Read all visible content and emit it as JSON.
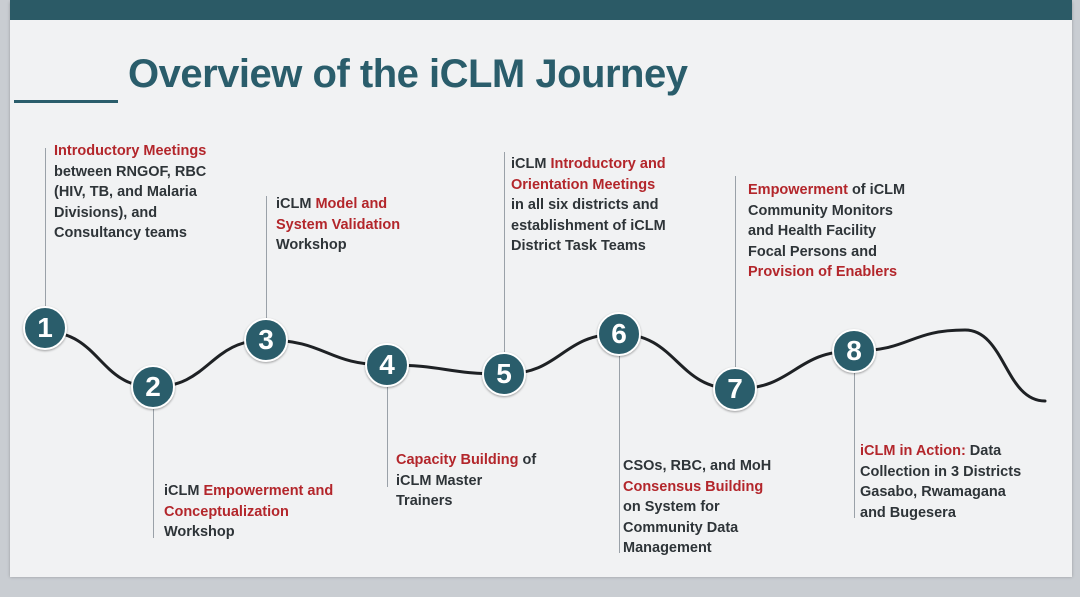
{
  "slide": {
    "title": "Overview of the iCLM Journey"
  },
  "milestones": [
    {
      "number": "1",
      "lines": [
        [
          {
            "text": "Introductory Meetings",
            "highlight": true
          }
        ],
        [
          {
            "text": "between RNGOF, RBC",
            "highlight": false
          }
        ],
        [
          {
            "text": "(HIV, TB, and Malaria",
            "highlight": false
          }
        ],
        [
          {
            "text": "Divisions), and",
            "highlight": false
          }
        ],
        [
          {
            "text": "Consultancy teams",
            "highlight": false
          }
        ]
      ]
    },
    {
      "number": "2",
      "lines": [
        [
          {
            "text": "iCLM ",
            "highlight": false
          },
          {
            "text": "Empowerment and",
            "highlight": true
          }
        ],
        [
          {
            "text": "Conceptualization",
            "highlight": true
          }
        ],
        [
          {
            "text": "Workshop",
            "highlight": false
          }
        ]
      ]
    },
    {
      "number": "3",
      "lines": [
        [
          {
            "text": "iCLM ",
            "highlight": false
          },
          {
            "text": "Model and",
            "highlight": true
          }
        ],
        [
          {
            "text": "System Validation",
            "highlight": true
          }
        ],
        [
          {
            "text": "Workshop",
            "highlight": false
          }
        ]
      ]
    },
    {
      "number": "4",
      "lines": [
        [
          {
            "text": "Capacity Building",
            "highlight": true
          },
          {
            "text": " of",
            "highlight": false
          }
        ],
        [
          {
            "text": "iCLM Master",
            "highlight": false
          }
        ],
        [
          {
            "text": "Trainers",
            "highlight": false
          }
        ]
      ]
    },
    {
      "number": "5",
      "lines": [
        [
          {
            "text": "iCLM ",
            "highlight": false
          },
          {
            "text": "Introductory and",
            "highlight": true
          }
        ],
        [
          {
            "text": "Orientation Meetings",
            "highlight": true
          }
        ],
        [
          {
            "text": "in all six districts and",
            "highlight": false
          }
        ],
        [
          {
            "text": "establishment of iCLM",
            "highlight": false
          }
        ],
        [
          {
            "text": "District Task Teams",
            "highlight": false
          }
        ]
      ]
    },
    {
      "number": "6",
      "lines": [
        [
          {
            "text": "CSOs, RBC, and MoH",
            "highlight": false
          }
        ],
        [
          {
            "text": "Consensus Building",
            "highlight": true
          }
        ],
        [
          {
            "text": "on System for",
            "highlight": false
          }
        ],
        [
          {
            "text": "Community Data",
            "highlight": false
          }
        ],
        [
          {
            "text": "Management",
            "highlight": false
          }
        ]
      ]
    },
    {
      "number": "7",
      "lines": [
        [
          {
            "text": "Empowerment",
            "highlight": true
          },
          {
            "text": " of iCLM",
            "highlight": false
          }
        ],
        [
          {
            "text": "Community Monitors",
            "highlight": false
          }
        ],
        [
          {
            "text": "and Health Facility",
            "highlight": false
          }
        ],
        [
          {
            "text": "Focal Persons and",
            "highlight": false
          }
        ],
        [
          {
            "text": "Provision of Enablers",
            "highlight": true
          }
        ]
      ]
    },
    {
      "number": "8",
      "lines": [
        [
          {
            "text": "iCLM in Action:",
            "highlight": true
          },
          {
            "text": " Data",
            "highlight": false
          }
        ],
        [
          {
            "text": "Collection in 3 Districts",
            "highlight": false
          }
        ],
        [
          {
            "text": "Gasabo, Rwamagana",
            "highlight": false
          }
        ],
        [
          {
            "text": "and Bugesera",
            "highlight": false
          }
        ]
      ]
    }
  ],
  "colors": {
    "accent": "#2a5d6b",
    "highlight": "#b3262b",
    "text": "#2e3438",
    "path": "#1e2124"
  }
}
